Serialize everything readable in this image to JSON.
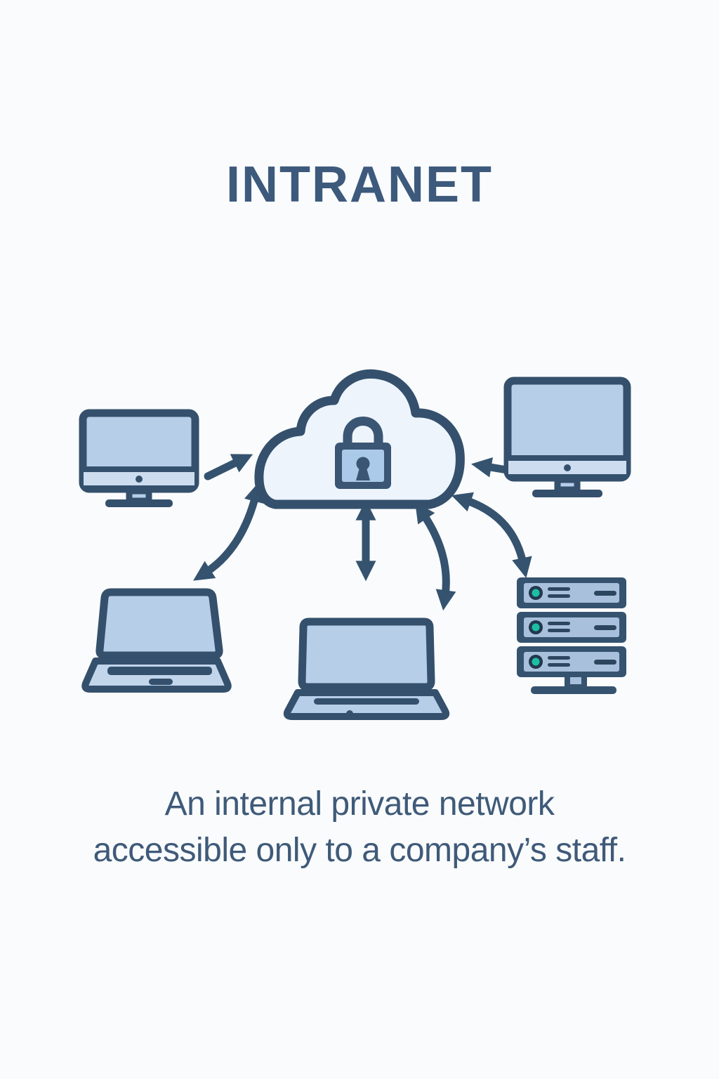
{
  "title": "INTRANET",
  "caption": {
    "line1": "An internal private network",
    "line2": "accessible only to a company’s staff."
  },
  "diagram": {
    "description": "Locked cloud at center connected by arrows to company devices",
    "nodes": [
      {
        "id": "cloud-lock",
        "label": "private cloud with padlock"
      },
      {
        "id": "desktop-left",
        "label": "desktop monitor"
      },
      {
        "id": "desktop-right",
        "label": "desktop monitor"
      },
      {
        "id": "laptop-left",
        "label": "laptop"
      },
      {
        "id": "laptop-center",
        "label": "laptop"
      },
      {
        "id": "server-rack",
        "label": "server rack with 3 units"
      }
    ],
    "connections": [
      {
        "from": "desktop-left",
        "to": "cloud-lock",
        "type": "single-arrow"
      },
      {
        "from": "desktop-right",
        "to": "cloud-lock",
        "type": "single-arrow"
      },
      {
        "from": "cloud-lock",
        "to": "laptop-left",
        "type": "double-arrow-curved"
      },
      {
        "from": "cloud-lock",
        "to": "laptop-center",
        "type": "double-arrow-vertical"
      },
      {
        "from": "cloud-lock",
        "to": "laptop-center",
        "type": "double-arrow-curved"
      },
      {
        "from": "cloud-lock",
        "to": "server-rack",
        "type": "double-arrow-curved"
      }
    ]
  },
  "colors": {
    "background": "#fafbfc",
    "outline": "#34506d",
    "arrow": "#35536f",
    "title_text": "#3d5a7c",
    "caption_text": "#3f5a79",
    "device_fill": "#b7cee9",
    "device_fill_light": "#cddcee",
    "cloud_fill": "#edf4fb",
    "lock_body": "#3a5674",
    "lock_panel": "#abc9e8",
    "server_frame": "#35536f",
    "server_panel": "#a9c0dc",
    "server_detail": "#2c4660",
    "led_teal": "#1dbfa2"
  }
}
